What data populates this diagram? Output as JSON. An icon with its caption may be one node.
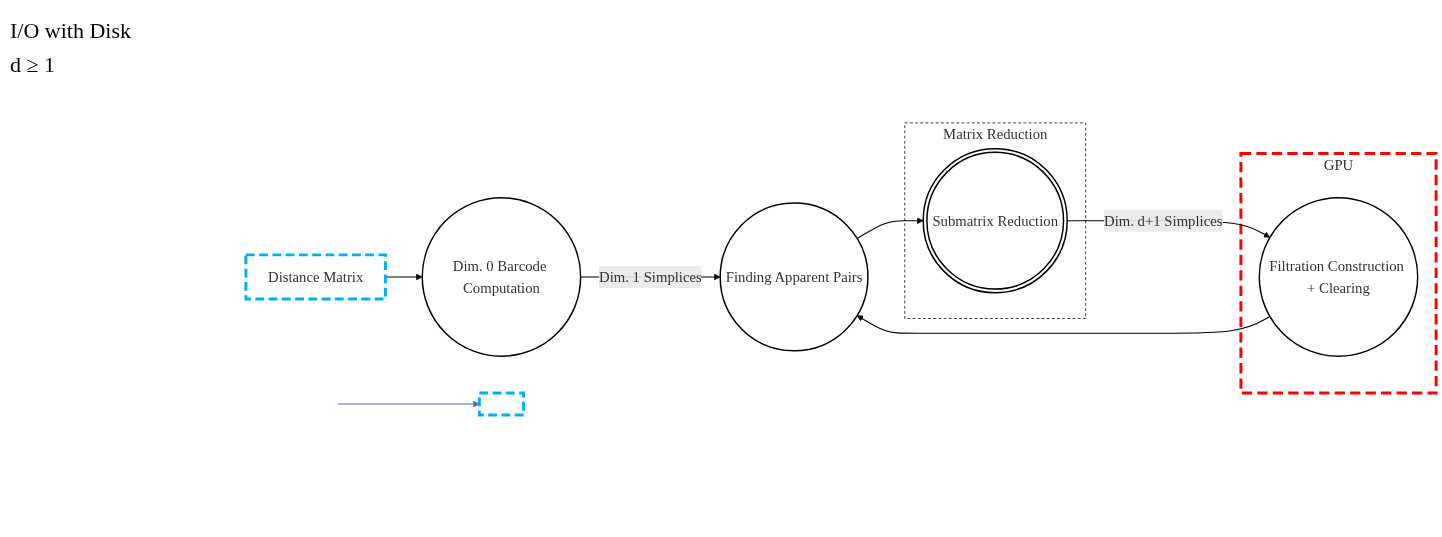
{
  "diagram": {
    "nodes": [
      {
        "text": [
          "Distance Matrix"
        ]
      },
      {
        "text": [
          "Dim. 0 Barcode Computation"
        ]
      },
      {
        "text": [
          "GPU"
        ]
      },
      {
        "text": [
          "Filtration Construction + Clearing"
        ],
        "in": 2
      },
      {
        "text": [
          "Matrix Reduction"
        ]
      },
      {
        "text": [
          "Finding Apparent Pairs"
        ]
      },
      {
        "text": [],
        "shape": "box"
      },
      {
        "text": [
          "Submatrix Reduction"
        ],
        "in": 4
      }
    ],
    "edges": [
      {
        "from": 0,
        "to": 1,
        "arrow": "to"
      },
      {
        "from": 1,
        "to": 5,
        "arrow": "to",
        "label": "Dim. 1 Simplices"
      },
      {
        "from": 3,
        "to": 5,
        "arrow": "to"
      },
      {
        "from": 5,
        "to": 7,
        "arrow": "to"
      },
      {
        "from": 7,
        "to": 3,
        "arrow": "to",
        "label": "Dim. d+1 Simplices"
      },
      {
        "from": null,
        "to": 6,
        "arrow": "to",
        "color": "#4472c4"
      }
    ],
    "labels": [
      "I/O with Disk",
      "d ≥ 1"
    ]
  }
}
